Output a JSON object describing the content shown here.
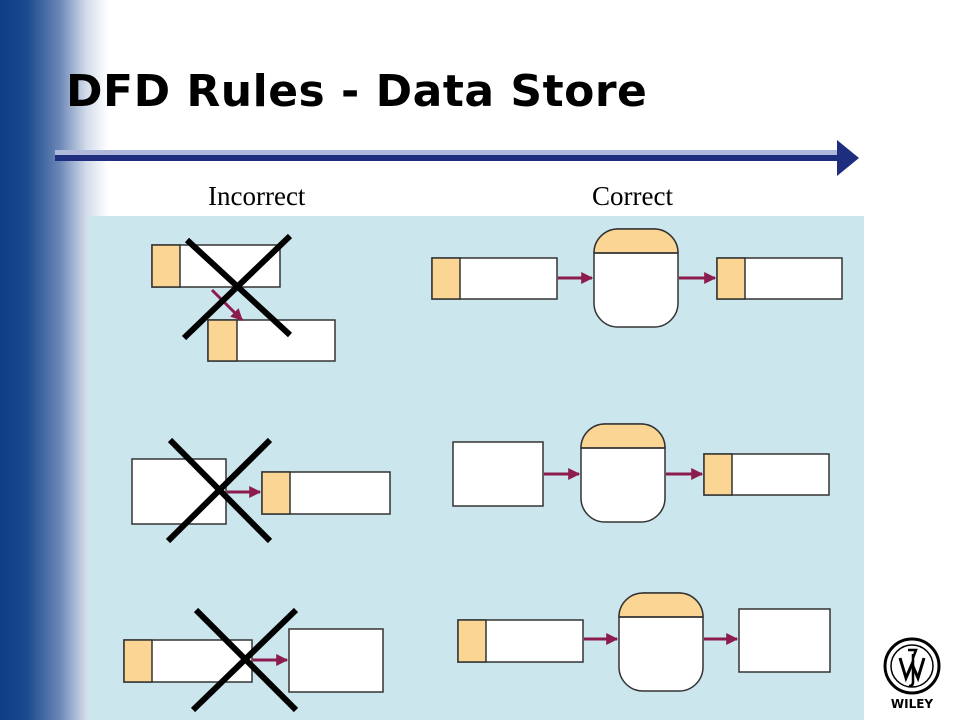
{
  "slide": {
    "title": "DFD Rules - Data Store",
    "col_incorrect": "Incorrect",
    "col_correct": "Correct"
  },
  "logo": {
    "text": "WILEY"
  },
  "colors": {
    "panel": "#cce6ee",
    "entity_tab": "#fad593",
    "store_cap": "#fad593",
    "flow_arrow": "#8c1c4e",
    "cross": "#000000",
    "rule_blue": "#1f2d7e",
    "rule_light": "#aeb9dc"
  }
}
